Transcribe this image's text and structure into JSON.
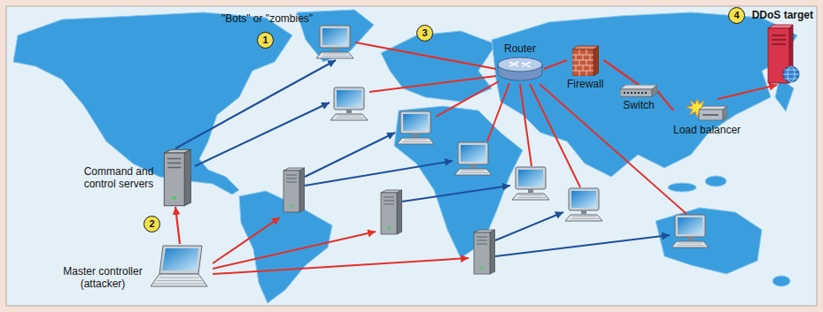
{
  "diagram": {
    "nodes": [
      {
        "text": [
          "\"Bots\" or \"zombies\""
        ]
      },
      {
        "text": [
          "DDoS target"
        ]
      },
      {
        "text": [
          "Load balancer"
        ]
      },
      {
        "text": [
          "Switch"
        ]
      },
      {
        "text": [
          "Firewall"
        ]
      },
      {
        "text": [
          "Router"
        ]
      },
      {
        "text": [
          "Command and control servers"
        ]
      },
      {
        "text": [
          "Master controller (attacker)"
        ]
      }
    ],
    "edges": [
      {
        "from": 7,
        "to": 6,
        "arrow": "to"
      },
      {
        "from": 6,
        "to": 0,
        "arrow": "to"
      },
      {
        "from": 0,
        "to": 5,
        "arrow": "none"
      },
      {
        "from": 5,
        "to": 4,
        "arrow": "none"
      },
      {
        "from": 4,
        "to": 3,
        "arrow": "none"
      },
      {
        "from": 3,
        "to": 2,
        "arrow": "none"
      },
      {
        "from": 2,
        "to": 1,
        "arrow": "to"
      }
    ],
    "labels": [
      "1",
      "2",
      "3",
      "4"
    ]
  }
}
